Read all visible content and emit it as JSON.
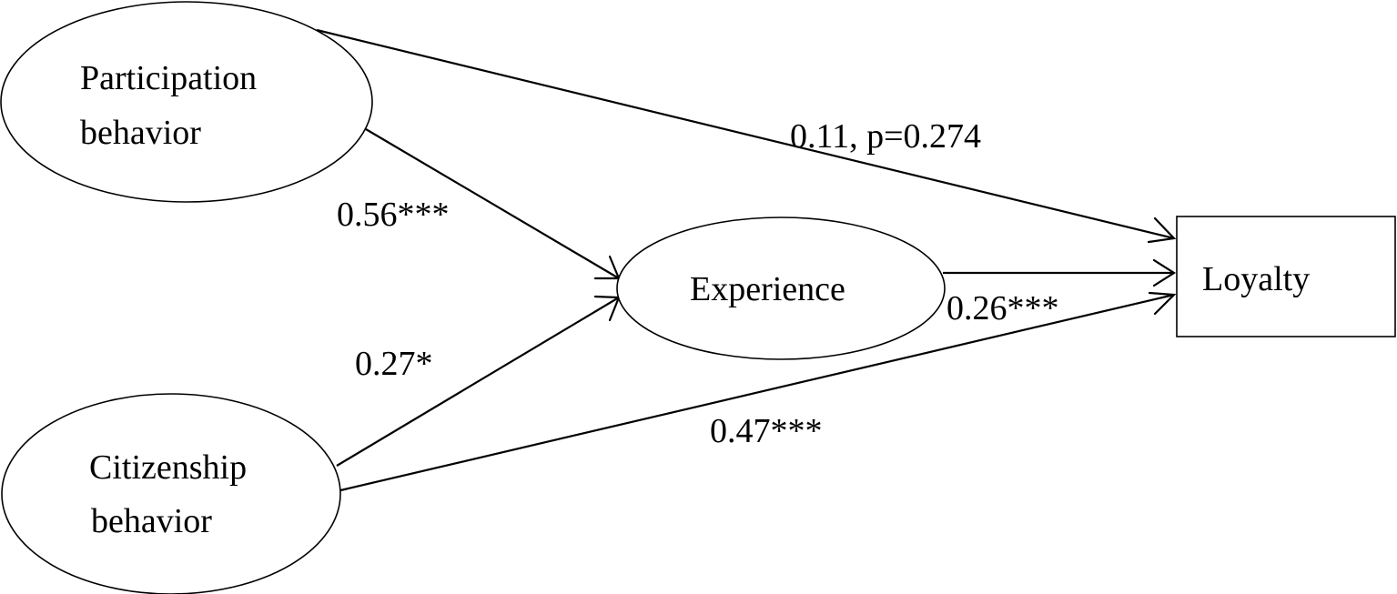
{
  "nodes": {
    "participation": {
      "shape": "ellipse",
      "lines": [
        "Participation",
        "behavior"
      ]
    },
    "citizenship": {
      "shape": "ellipse",
      "lines": [
        "Citizenship",
        "behavior"
      ]
    },
    "experience": {
      "shape": "ellipse",
      "lines": [
        "Experience"
      ]
    },
    "loyalty": {
      "shape": "rectangle",
      "lines": [
        "Loyalty"
      ]
    }
  },
  "edges": [
    {
      "from": "participation",
      "to": "loyalty",
      "label": "0.11, p=0.274"
    },
    {
      "from": "participation",
      "to": "experience",
      "label": "0.56***"
    },
    {
      "from": "citizenship",
      "to": "experience",
      "label": "0.27*"
    },
    {
      "from": "experience",
      "to": "loyalty",
      "label": "0.26***"
    },
    {
      "from": "citizenship",
      "to": "loyalty",
      "label": "0.47***"
    }
  ]
}
